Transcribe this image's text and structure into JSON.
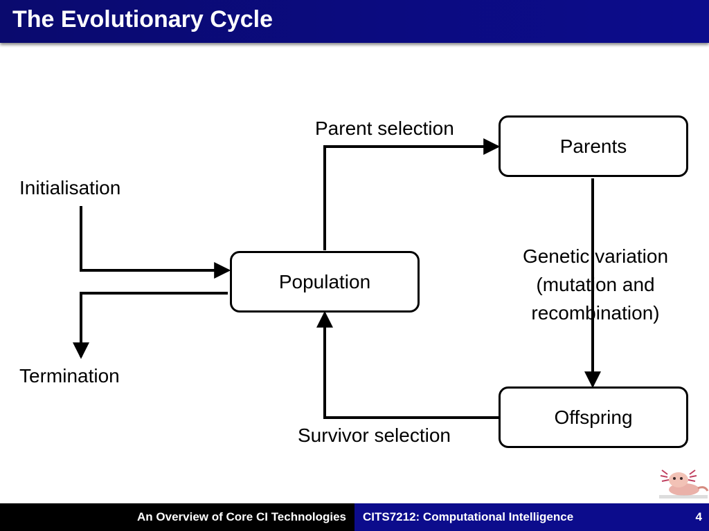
{
  "slide": {
    "title": "The Evolutionary Cycle"
  },
  "diagram": {
    "nodes": {
      "parents": "Parents",
      "population": "Population",
      "offspring": "Offspring"
    },
    "labels": {
      "parent_selection": "Parent selection",
      "initialisation": "Initialisation",
      "termination": "Termination",
      "genetic_variation": [
        "Genetic variation",
        "(mutation and",
        "recombination)"
      ],
      "survivor_selection": "Survivor selection"
    }
  },
  "footer": {
    "left": "An Overview of Core CI Technologies",
    "center": "CITS7212: Computational Intelligence",
    "page": "4"
  },
  "colors": {
    "title_bar": "#0b0b80",
    "footer_left": "#000000",
    "footer_right": "#0c0c8c",
    "text": "#000000"
  },
  "icons": {
    "logo": "axolotl-logo-icon"
  }
}
